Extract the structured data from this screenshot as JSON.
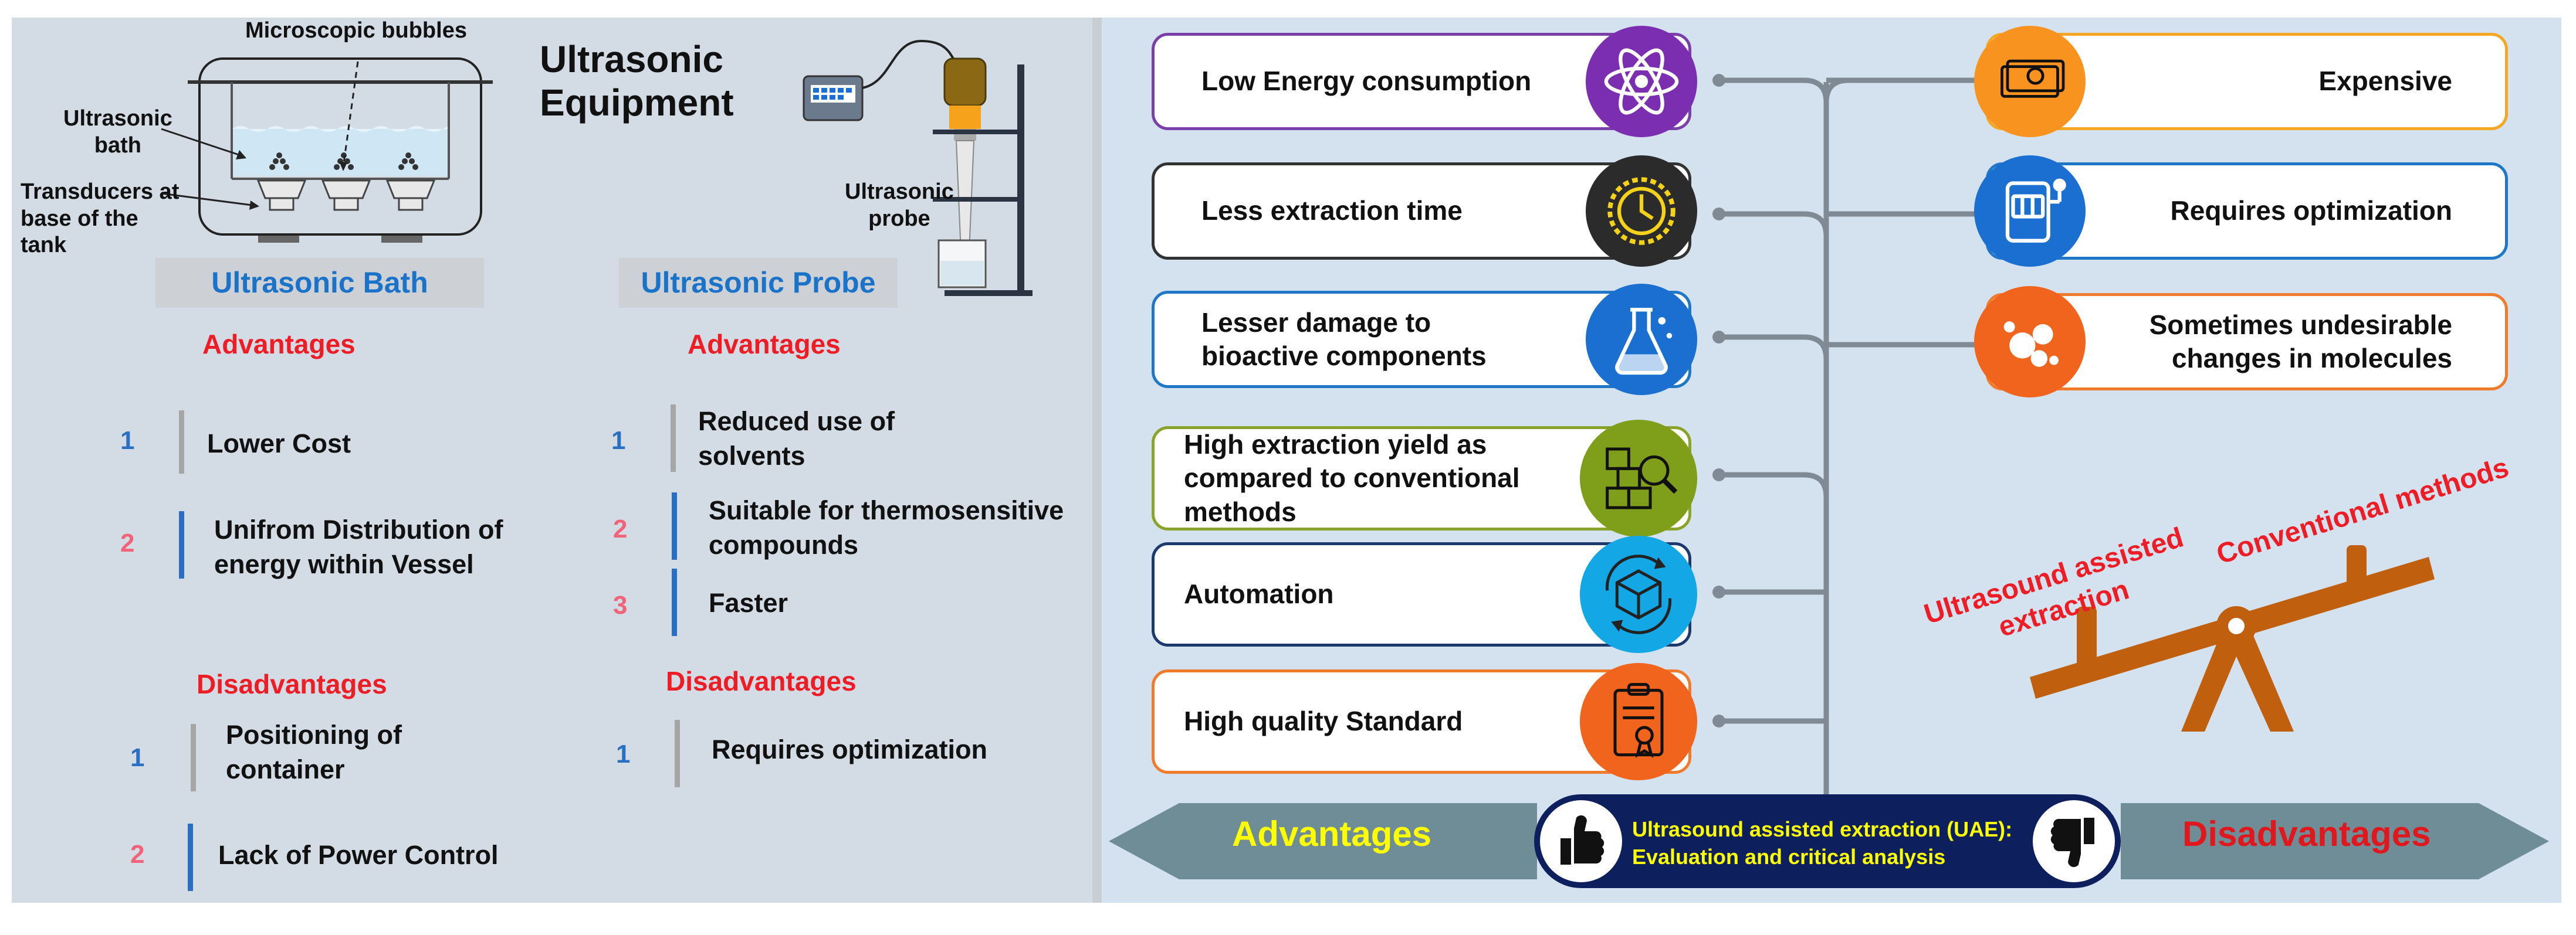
{
  "left": {
    "labels": {
      "microscopic_bubbles": "Microscopic bubbles",
      "ultrasonic_bath_1": "Ultrasonic",
      "ultrasonic_bath_2": "bath",
      "transducers_1": "Transducers at",
      "transducers_2": "base of the",
      "transducers_3": "tank",
      "equipment_1": "Ultrasonic",
      "equipment_2": "Equipment",
      "probe_1": "Ultrasonic",
      "probe_2": "probe"
    },
    "bath": {
      "title": "Ultrasonic Bath",
      "advantages_heading": "Advantages",
      "advantages": [
        {
          "num": "1",
          "line1": "Lower Cost",
          "line2": ""
        },
        {
          "num": "2",
          "line1": "Unifrom Distribution of",
          "line2": "energy within Vessel"
        }
      ],
      "disadvantages_heading": "Disadvantages",
      "disadvantages": [
        {
          "num": "1",
          "line1": "Positioning of",
          "line2": "container"
        },
        {
          "num": "2",
          "line1": "Lack of Power Control",
          "line2": ""
        }
      ]
    },
    "probe": {
      "title": "Ultrasonic Probe",
      "advantages_heading": "Advantages",
      "advantages": [
        {
          "num": "1",
          "line1": "Reduced use of",
          "line2": "solvents"
        },
        {
          "num": "2",
          "line1": "Suitable for thermosensitive",
          "line2": "compounds"
        },
        {
          "num": "3",
          "line1": "Faster",
          "line2": ""
        }
      ],
      "disadvantages_heading": "Disadvantages",
      "disadvantages": [
        {
          "num": "1",
          "line1": "Requires optimization",
          "line2": ""
        }
      ]
    }
  },
  "right": {
    "advantages": [
      {
        "line1": "Low Energy consumption",
        "line2": "",
        "line3": "",
        "border": "#7a3fa8",
        "circle": "#7b2fb0",
        "icon": "atom-icon"
      },
      {
        "line1": "Less extraction time",
        "line2": "",
        "line3": "",
        "border": "#333333",
        "circle": "#2b2b2b",
        "icon": "clock-icon"
      },
      {
        "line1": "Lesser damage to",
        "line2": "bioactive components",
        "line3": "",
        "border": "#1f77c8",
        "circle": "#1a6fd0",
        "icon": "flask-icon"
      },
      {
        "line1": "High extraction yield as",
        "line2": "compared to conventional",
        "line3": "methods",
        "border": "#8aa32a",
        "circle": "#7f9e1a",
        "icon": "boxes-search-icon"
      },
      {
        "line1": "Automation",
        "line2": "",
        "line3": "",
        "border": "#1d3a6e",
        "circle": "#14a7e5",
        "icon": "box-cycle-icon"
      },
      {
        "line1": "High quality Standard",
        "line2": "",
        "line3": "",
        "border": "#f07b2c",
        "circle": "#f0641e",
        "icon": "certificate-icon"
      }
    ],
    "disadvantages": [
      {
        "line1": "Expensive",
        "line2": "",
        "border": "#f5a623",
        "circle": "#f7931e",
        "icon": "money-icon"
      },
      {
        "line1": "Requires optimization",
        "line2": "",
        "border": "#1f77c8",
        "circle": "#1a6fd0",
        "icon": "slot-machine-icon"
      },
      {
        "line1": "Sometimes undesirable",
        "line2": "changes in molecules",
        "border": "#f07b2c",
        "circle": "#f0641e",
        "icon": "molecules-icon"
      }
    ],
    "seesaw": {
      "left_1": "Ultrasound assisted",
      "left_2": "extraction",
      "right": "Conventional methods",
      "color": "#c0600e"
    },
    "bottom": {
      "advantages": "Advantages",
      "disadvantages": "Disadvantages",
      "center_1": "Ultrasound assisted extraction (UAE):",
      "center_2": "Evaluation and critical analysis"
    }
  }
}
